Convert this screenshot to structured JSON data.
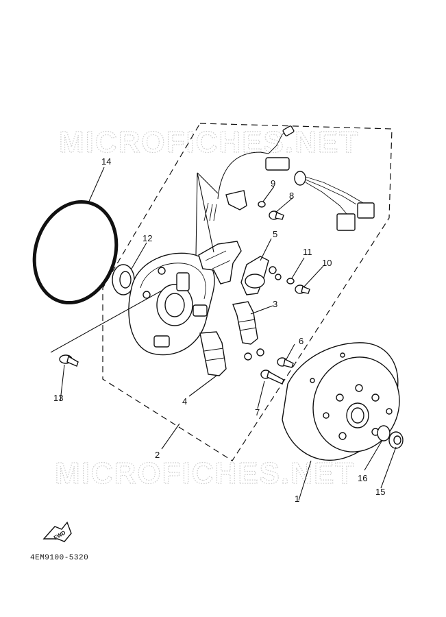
{
  "watermark": "MICROFICHES.NET",
  "diagram_code": "4EM9100-5320",
  "fwd_label": "FWD",
  "callouts": [
    {
      "id": "c1",
      "label": "1"
    },
    {
      "id": "c2",
      "label": "2"
    },
    {
      "id": "c3",
      "label": "3"
    },
    {
      "id": "c4",
      "label": "4"
    },
    {
      "id": "c5",
      "label": "5"
    },
    {
      "id": "c6",
      "label": "6"
    },
    {
      "id": "c7",
      "label": "7"
    },
    {
      "id": "c8",
      "label": "8"
    },
    {
      "id": "c9",
      "label": "9"
    },
    {
      "id": "c10",
      "label": "10"
    },
    {
      "id": "c11",
      "label": "11"
    },
    {
      "id": "c12",
      "label": "12"
    },
    {
      "id": "c13",
      "label": "13"
    },
    {
      "id": "c14",
      "label": "14"
    },
    {
      "id": "c15",
      "label": "15"
    },
    {
      "id": "c16",
      "label": "16"
    }
  ]
}
